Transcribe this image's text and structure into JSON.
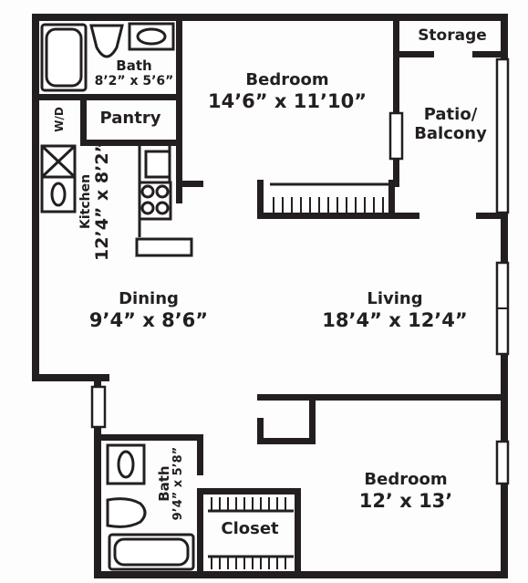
{
  "rooms": {
    "bath_top": {
      "name": "Bath",
      "size": "8’2” x 5’6”"
    },
    "bedroom_top": {
      "name": "Bedroom",
      "size": "14’6” x 11’10”"
    },
    "storage": {
      "name": "Storage"
    },
    "patio": {
      "line1": "Patio/",
      "line2": "Balcony"
    },
    "wd": {
      "name": "W/D"
    },
    "pantry": {
      "name": "Pantry"
    },
    "kitchen": {
      "name": "Kitchen",
      "size": "12’4” x 8’2”"
    },
    "dining": {
      "name": "Dining",
      "size": "9’4” x 8’6”"
    },
    "living": {
      "name": "Living",
      "size": "18’4” x 12’4”"
    },
    "bath_bottom": {
      "name": "Bath",
      "size": "9’4” x 5’8”"
    },
    "closet": {
      "name": "Closet"
    },
    "bedroom_bottom": {
      "name": "Bedroom",
      "size": "12’ x 13’"
    }
  }
}
